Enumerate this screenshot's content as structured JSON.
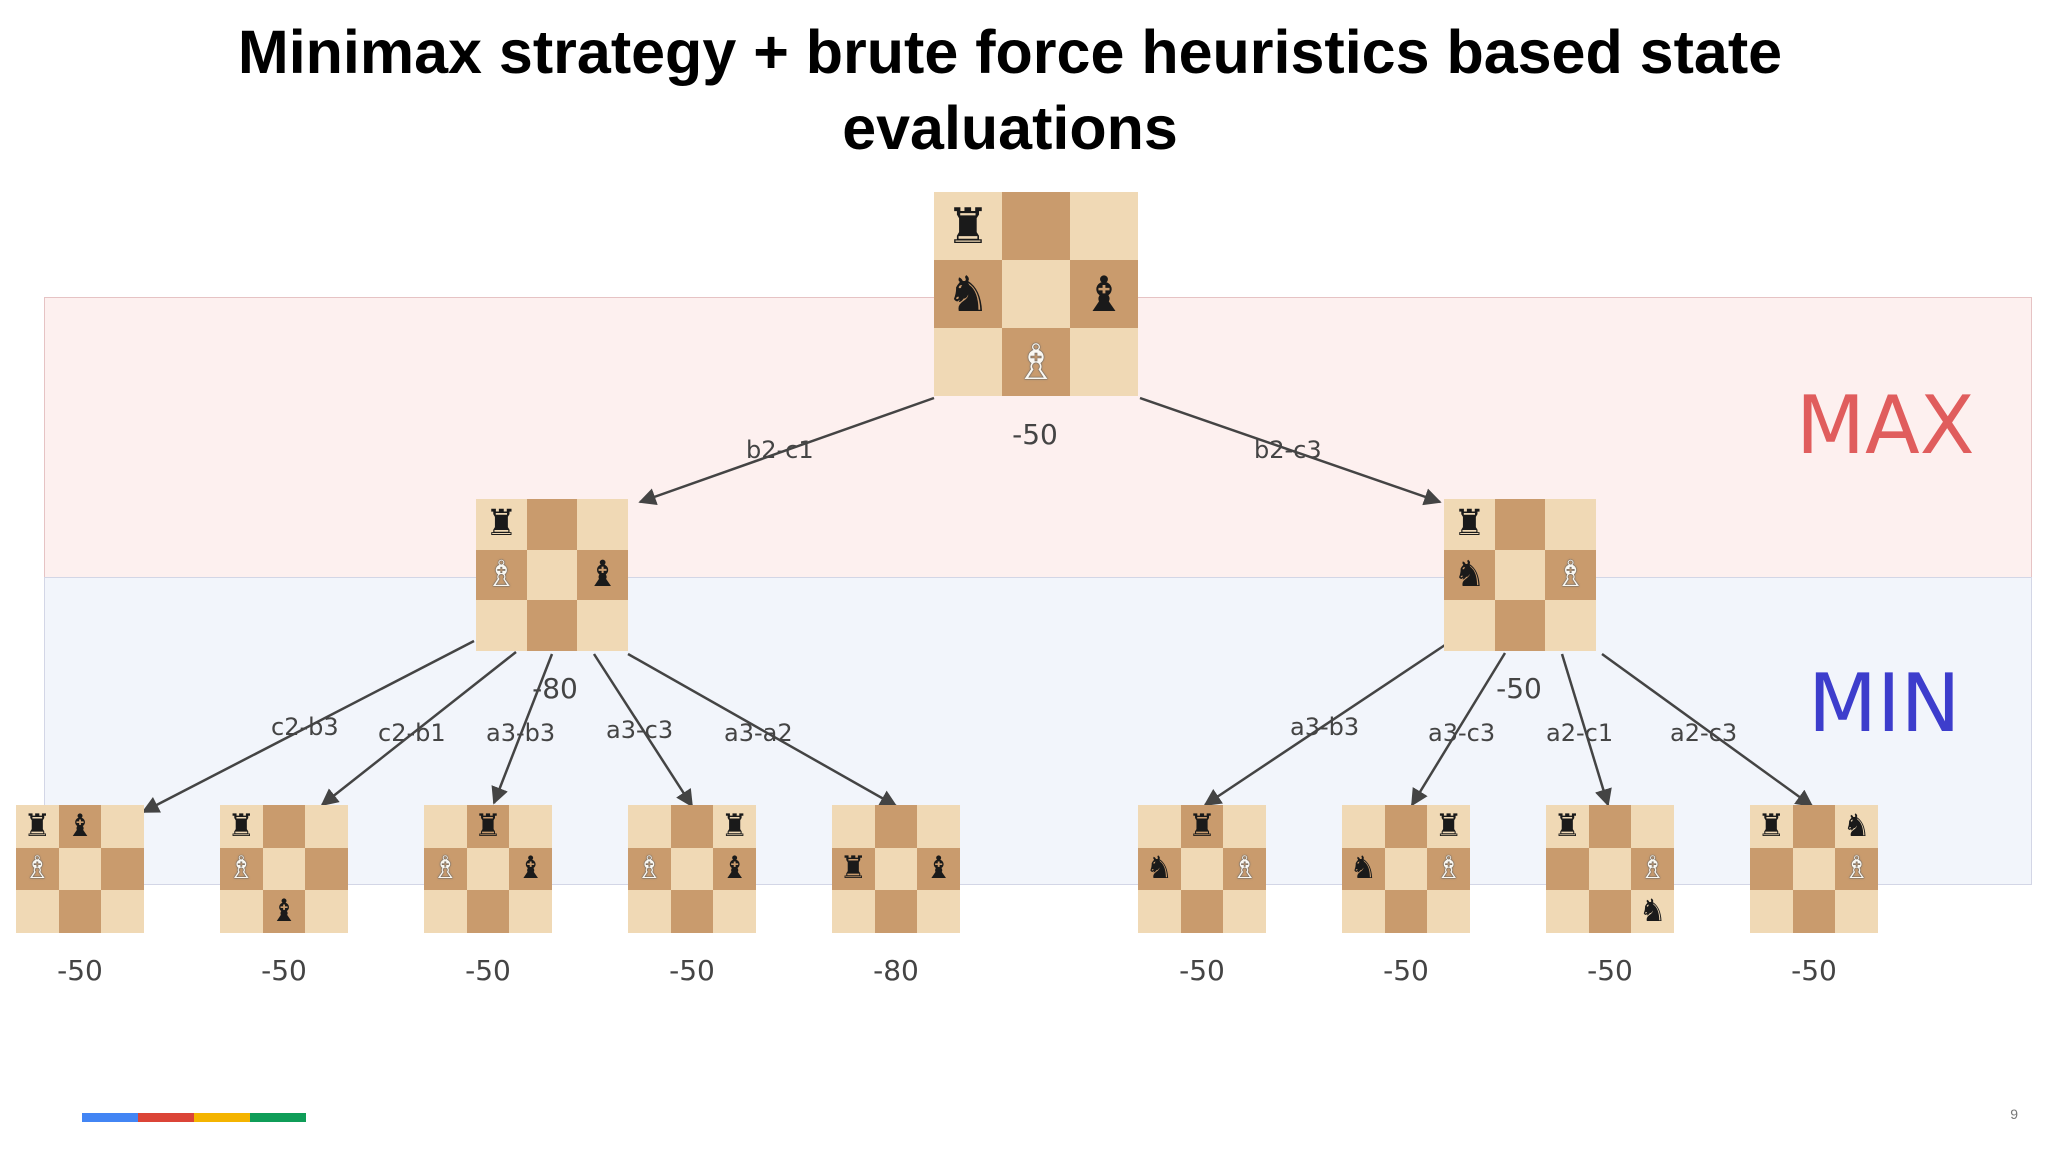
{
  "title": {
    "line1": "Minimax strategy + brute force heuristics based state",
    "line2": "evaluations"
  },
  "bands": {
    "max_label": "MAX",
    "min_label": "MIN"
  },
  "colors": {
    "max": "#e05d5d",
    "min": "#3d3dcc",
    "footer": [
      "#4285f4",
      "#db4437",
      "#f4b400",
      "#0f9d58"
    ]
  },
  "root": {
    "score": "-50",
    "board": [
      [
        "bR",
        "",
        ""
      ],
      [
        "bN",
        "",
        "bB"
      ],
      [
        "",
        "wB",
        ""
      ]
    ]
  },
  "level1": [
    {
      "move": "b2-c1",
      "score": "-80",
      "board": [
        [
          "bR",
          "",
          ""
        ],
        [
          "wB",
          "",
          "bB"
        ],
        [
          "",
          "",
          ""
        ]
      ]
    },
    {
      "move": "b2-c3",
      "score": "-50",
      "board": [
        [
          "bR",
          "",
          ""
        ],
        [
          "bN",
          "",
          "wB"
        ],
        [
          "",
          "",
          ""
        ]
      ]
    }
  ],
  "leaves": [
    {
      "move": "c2-b3",
      "score": "-50",
      "board": [
        [
          "bR",
          "bB",
          ""
        ],
        [
          "wB",
          "",
          ""
        ],
        [
          "",
          "",
          ""
        ]
      ]
    },
    {
      "move": "c2-b1",
      "score": "-50",
      "board": [
        [
          "bR",
          "",
          ""
        ],
        [
          "wB",
          "",
          ""
        ],
        [
          "",
          "bB",
          ""
        ]
      ]
    },
    {
      "move": "a3-b3",
      "score": "-50",
      "board": [
        [
          "",
          "bR",
          ""
        ],
        [
          "wB",
          "",
          "bB"
        ],
        [
          "",
          "",
          ""
        ]
      ]
    },
    {
      "move": "a3-c3",
      "score": "-50",
      "board": [
        [
          "",
          "",
          "bR"
        ],
        [
          "wB",
          "",
          "bB"
        ],
        [
          "",
          "",
          ""
        ]
      ]
    },
    {
      "move": "a3-a2",
      "score": "-80",
      "board": [
        [
          "",
          "",
          ""
        ],
        [
          "bR",
          "",
          "bB"
        ],
        [
          "",
          "",
          ""
        ]
      ]
    },
    {
      "move": "a3-b3",
      "score": "-50",
      "board": [
        [
          "",
          "bR",
          ""
        ],
        [
          "bN",
          "",
          "wB"
        ],
        [
          "",
          "",
          ""
        ]
      ]
    },
    {
      "move": "a3-c3",
      "score": "-50",
      "board": [
        [
          "",
          "",
          "bR"
        ],
        [
          "bN",
          "",
          "wB"
        ],
        [
          "",
          "",
          ""
        ]
      ]
    },
    {
      "move": "a2-c1",
      "score": "-50",
      "board": [
        [
          "bR",
          "",
          ""
        ],
        [
          "",
          "",
          "wB"
        ],
        [
          "",
          "",
          "bN"
        ]
      ]
    },
    {
      "move": "a2-c3",
      "score": "-50",
      "board": [
        [
          "bR",
          "",
          "bN"
        ],
        [
          "",
          "",
          "wB"
        ],
        [
          "",
          "",
          ""
        ]
      ]
    }
  ],
  "page_number": "9"
}
